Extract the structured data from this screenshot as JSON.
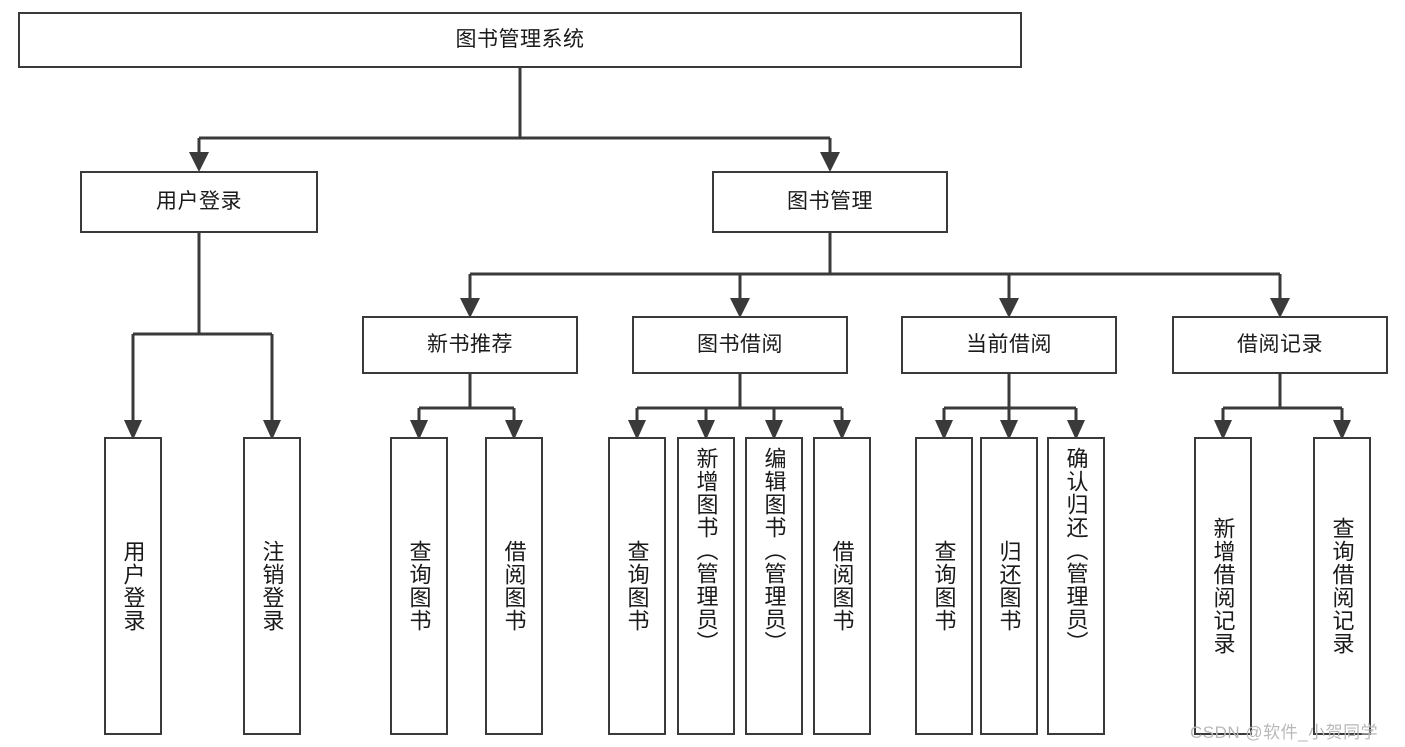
{
  "diagram": {
    "title": "图书管理系统",
    "type": "tree",
    "orientation": "top-down",
    "root": {
      "id": "root",
      "label": "图书管理系统"
    },
    "level2": [
      {
        "id": "user-login",
        "label": "用户登录"
      },
      {
        "id": "book-manage",
        "label": "图书管理"
      }
    ],
    "level3": [
      {
        "id": "new-book-rec",
        "label": "新书推荐",
        "parent": "book-manage"
      },
      {
        "id": "book-borrow",
        "label": "图书借阅",
        "parent": "book-manage"
      },
      {
        "id": "current-borrow",
        "label": "当前借阅",
        "parent": "book-manage"
      },
      {
        "id": "borrow-record",
        "label": "借阅记录",
        "parent": "book-manage"
      }
    ],
    "leaves": [
      {
        "id": "leaf-user-login",
        "label": "用户登录",
        "parent": "user-login"
      },
      {
        "id": "leaf-logout",
        "label": "注销登录",
        "parent": "user-login"
      },
      {
        "id": "leaf-query-book-1",
        "label": "查询图书",
        "parent": "new-book-rec"
      },
      {
        "id": "leaf-borrow-book-1",
        "label": "借阅图书",
        "parent": "new-book-rec"
      },
      {
        "id": "leaf-query-book-2",
        "label": "查询图书",
        "parent": "book-borrow"
      },
      {
        "id": "leaf-add-book",
        "label": "新增图书（管理员）",
        "parent": "book-borrow"
      },
      {
        "id": "leaf-edit-book",
        "label": "编辑图书（管理员）",
        "parent": "book-borrow"
      },
      {
        "id": "leaf-borrow-book-2",
        "label": "借阅图书",
        "parent": "book-borrow"
      },
      {
        "id": "leaf-query-book-3",
        "label": "查询图书",
        "parent": "current-borrow"
      },
      {
        "id": "leaf-return-book",
        "label": "归还图书",
        "parent": "current-borrow"
      },
      {
        "id": "leaf-confirm-return",
        "label": "确认归还（管理员）",
        "parent": "current-borrow"
      },
      {
        "id": "leaf-add-record",
        "label": "新增借阅记录",
        "parent": "borrow-record"
      },
      {
        "id": "leaf-query-record",
        "label": "查询借阅记录",
        "parent": "borrow-record"
      }
    ],
    "watermark": "CSDN @软件_小贺同学",
    "colors": {
      "stroke": "#3a3a3a",
      "fill": "#ffffff",
      "text": "#1a1a1a",
      "watermark": "#b8b8b8"
    }
  }
}
